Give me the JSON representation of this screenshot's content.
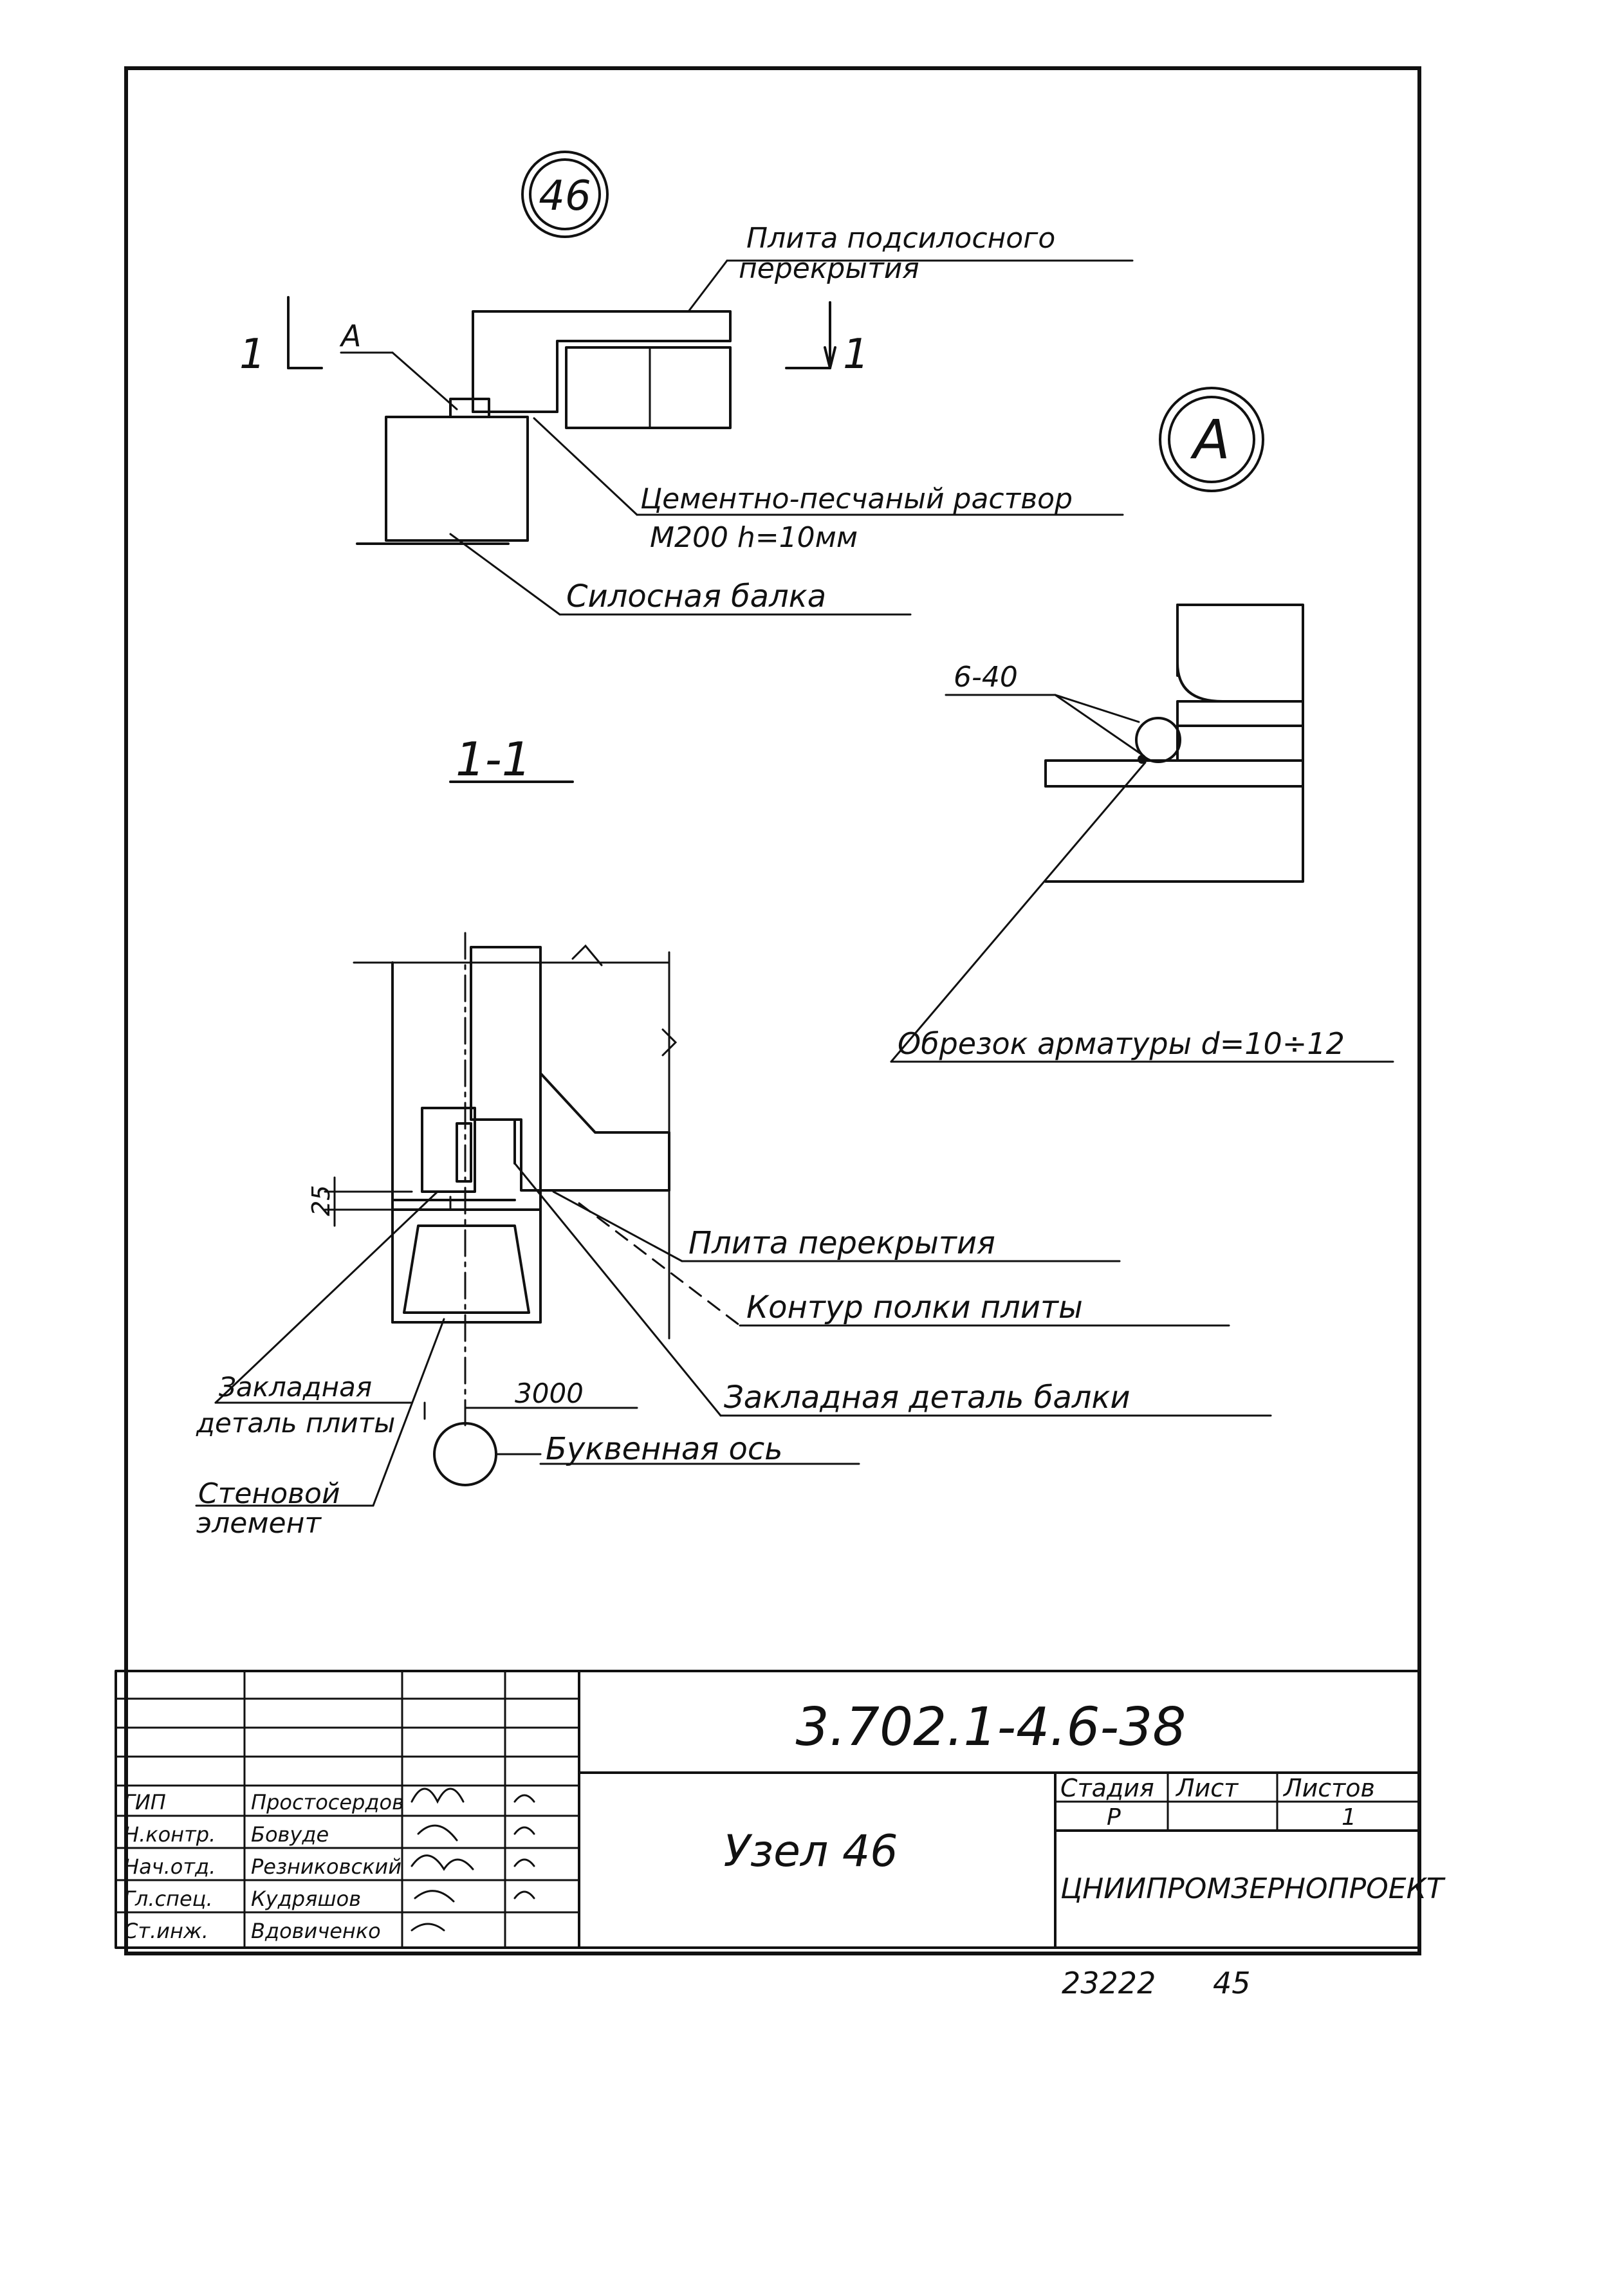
{
  "drawing": {
    "node_number": "46",
    "detail_marker": "A",
    "section_mark_left": "1",
    "section_mark_left_letter": "A",
    "section_mark_right": "1",
    "section_title": "1-1",
    "dimension_25": "25",
    "dimension_3000": "3000",
    "weld_label": "6-40"
  },
  "labels": {
    "slab_subsilo_line1": "Плита подсилосного",
    "slab_subsilo_line2": "перекрытия",
    "mortar_line1": "Цементно-песчаный раствор",
    "mortar_line2": "М200  h=10мм",
    "silo_beam": "Силосная балка",
    "rebar_cut": "Обрезок арматуры d=10÷12",
    "floor_slab": "Плита перекрытия",
    "slab_flange_contour": "Контур полки плиты",
    "beam_embedded_part": "Закладная деталь балки",
    "slab_embedded_line1": "Закладная",
    "slab_embedded_line2": "деталь плиты",
    "letter_axis": "Буквенная ось",
    "wall_element_line1": "Стеновой",
    "wall_element_line2": "элемент"
  },
  "title_block": {
    "doc_code": "3.702.1-4.6-38",
    "sheet_title": "Узел 46",
    "col_stage": "Стадия",
    "col_sheet": "Лист",
    "col_sheets": "Листов",
    "stage_value": "Р",
    "sheets_value": "1",
    "organization": "ЦНИИПРОМЗЕРНОПРОЕКТ",
    "roles": [
      {
        "role": "ГИП",
        "name": "Простосердов"
      },
      {
        "role": "Н.контр.",
        "name": "Бовуде"
      },
      {
        "role": "Нач.отд.",
        "name": "Резниковский"
      },
      {
        "role": "Гл.спец.",
        "name": "Кудряшов"
      },
      {
        "role": "Ст.инж.",
        "name": "Вдовиченко"
      }
    ],
    "footer_number": "23222",
    "footer_page": "45"
  }
}
